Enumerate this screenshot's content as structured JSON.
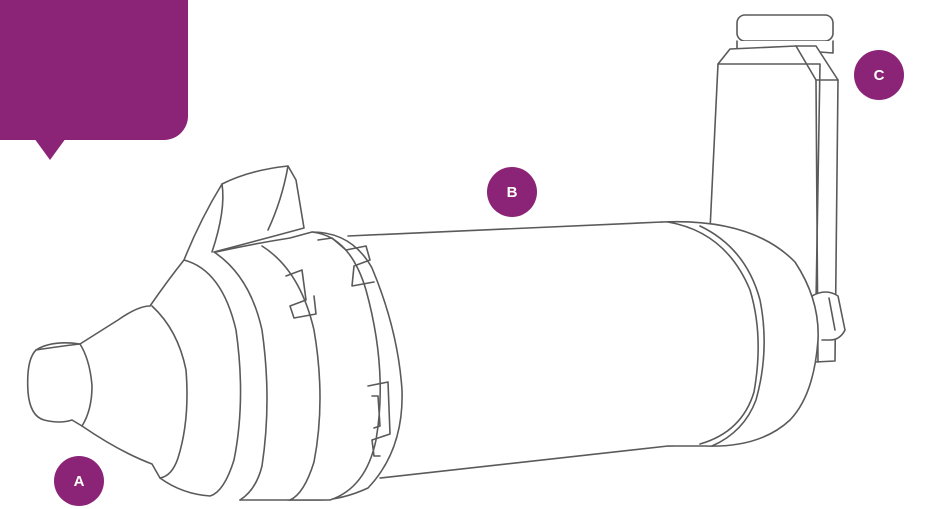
{
  "colors": {
    "accent": "#8b2377",
    "outline": "#5a5a5a"
  },
  "callout": {
    "text": ""
  },
  "markers": {
    "a": {
      "label": "A"
    },
    "b": {
      "label": "B"
    },
    "c": {
      "label": "C"
    }
  }
}
